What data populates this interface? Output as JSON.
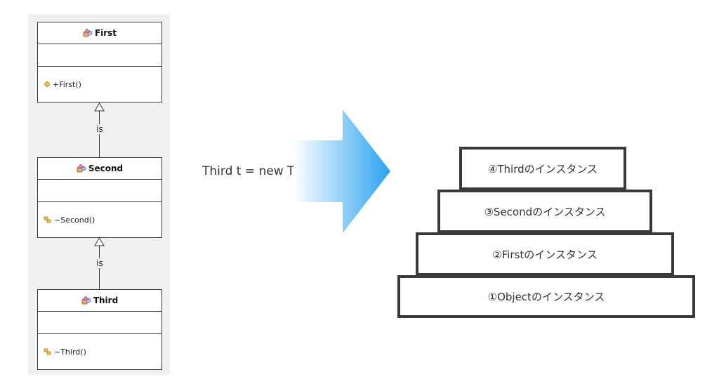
{
  "uml": {
    "classes": [
      {
        "name": "First",
        "operation": "+First()"
      },
      {
        "name": "Second",
        "operation": "~Second()"
      },
      {
        "name": "Third",
        "operation": "~Third()"
      }
    ],
    "relation_label": "is"
  },
  "code": "Third t = new Third();",
  "instances": [
    "④Thirdのインスタンス",
    "③Secondのインスタンス",
    "②Firstのインスタンス",
    "①Objectのインスタンス"
  ],
  "colors": {
    "arrow_gradient_start": "#ffffff",
    "arrow_gradient_end": "#2aa2f0",
    "box_border": "#3a3a3a"
  }
}
